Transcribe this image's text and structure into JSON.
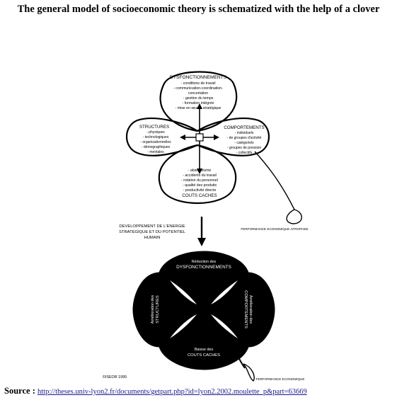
{
  "title": "The general model of socioeconomic theory is schematized with the help of a clover",
  "top_clover": {
    "top": {
      "heading": "DYSFONCTIONNEMENTS",
      "items": [
        "- conditions de travail",
        "- communication-coordination-",
        "concertation",
        "- gestion du temps",
        "- formation intégrée",
        "- mise en œuvre stratégique"
      ]
    },
    "left": {
      "heading": "STRUCTURES",
      "items": [
        "- physiques",
        "- technologiques",
        "- organizationnelles",
        "- démographiques",
        "- mentales"
      ]
    },
    "right": {
      "heading": "COMPORTEMENTS",
      "items": [
        "- individuels",
        "- de groupes d'activité",
        "- catégoriels",
        "- groupes de pression",
        "- collectifs"
      ]
    },
    "bottom": {
      "items": [
        "- absentéisme",
        "- accidents du travail",
        "- rotation du personnel",
        "- qualité des produits",
        "- productivité directe"
      ],
      "heading": "COUTS CACHES"
    },
    "stem_label": "PERFORMANCE ECONOMIQUE AFROPHEE"
  },
  "arrow_label": [
    "DEVELOPPEMENT DE L'ENERGIE",
    "STRATEGIQUE ET DU POTENTIEL",
    "HUMAIN"
  ],
  "bottom_clover": {
    "top": [
      "Réduction des",
      "DYSFONCTIONNEMENTS"
    ],
    "left": [
      "Amélioration des",
      "STRUCTURES"
    ],
    "right": [
      "Amélioration des",
      "COMPORTEMENTS"
    ],
    "bottom": [
      "Baisse des",
      "COUTS CACHES"
    ],
    "stem_label": "PERFORMANCE ECONOMIQUE"
  },
  "copyright": "©ISEOR 1995",
  "source": {
    "label": "Source :",
    "url": "http://theses.univ-lyon2.fr/documents/getpart.php?id=lyon2.2002.moulette_p&part=63669"
  }
}
